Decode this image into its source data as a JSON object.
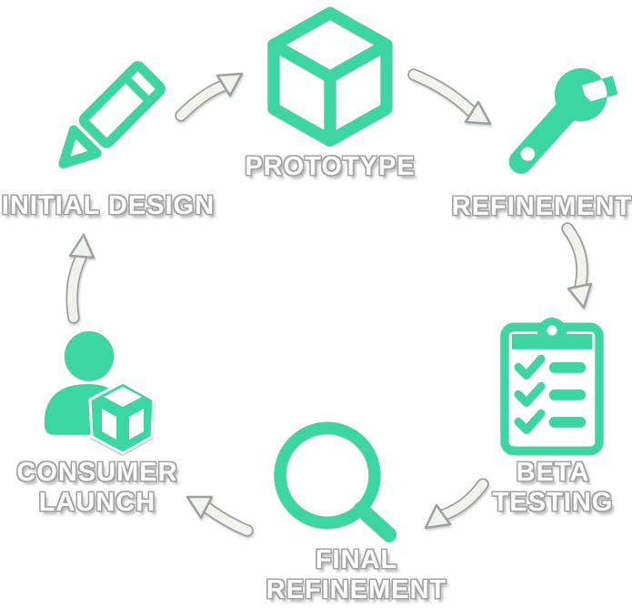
{
  "palette": {
    "icon_green": "#3bd6a2",
    "arrow_white": "#f2f2ef",
    "arrow_outline": "#9aa19e",
    "label_white": "#ffffff",
    "label_outline": "#a3a3a3"
  },
  "stages": [
    {
      "id": "initial-design",
      "icon": "pencil-icon",
      "lines": [
        "INITIAL DESIGN"
      ]
    },
    {
      "id": "prototype",
      "icon": "cube-icon",
      "lines": [
        "PROTOTYPE"
      ]
    },
    {
      "id": "refinement",
      "icon": "wrench-icon",
      "lines": [
        "REFINEMENT"
      ]
    },
    {
      "id": "beta-testing",
      "icon": "clipboard-checklist-icon",
      "lines": [
        "BETA",
        "TESTING"
      ]
    },
    {
      "id": "final-refinement",
      "icon": "magnifier-icon",
      "lines": [
        "FINAL",
        "REFINEMENT"
      ]
    },
    {
      "id": "consumer-launch",
      "icon": "person-cube-icon",
      "lines": [
        "CONSUMER",
        "LAUNCH"
      ]
    }
  ],
  "arrows": [
    {
      "from": "initial-design",
      "to": "prototype"
    },
    {
      "from": "prototype",
      "to": "refinement"
    },
    {
      "from": "refinement",
      "to": "beta-testing"
    },
    {
      "from": "beta-testing",
      "to": "final-refinement"
    },
    {
      "from": "final-refinement",
      "to": "consumer-launch"
    },
    {
      "from": "consumer-launch",
      "to": "initial-design"
    }
  ]
}
